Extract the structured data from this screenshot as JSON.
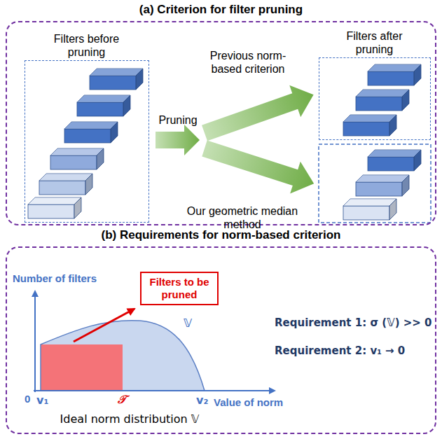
{
  "diagram": {
    "nodes": [
      {
        "text": [
          "(a) Criterion for filter pruning"
        ]
      },
      {
        "text": [
          "Filters before pruning"
        ],
        "in": 0
      },
      {
        "text": [
          "Filters after pruning"
        ],
        "in": 0
      },
      {
        "text": [
          "(b) Requirements for norm-based criterion"
        ]
      },
      {
        "text": [
          "Filters to be pruned"
        ],
        "in": 3
      }
    ],
    "labels": [
      "Pruning",
      "Previous norm-based criterion",
      "Our geometric median method",
      "Number of filters",
      "0",
      "v₁",
      "𝒯",
      "v₂",
      "Value of norm",
      "𝕍",
      "Requirement 1: σ (𝕍) >> 0",
      "Requirement 2: v₁ → 0",
      "Ideal norm distribution 𝕍"
    ]
  }
}
